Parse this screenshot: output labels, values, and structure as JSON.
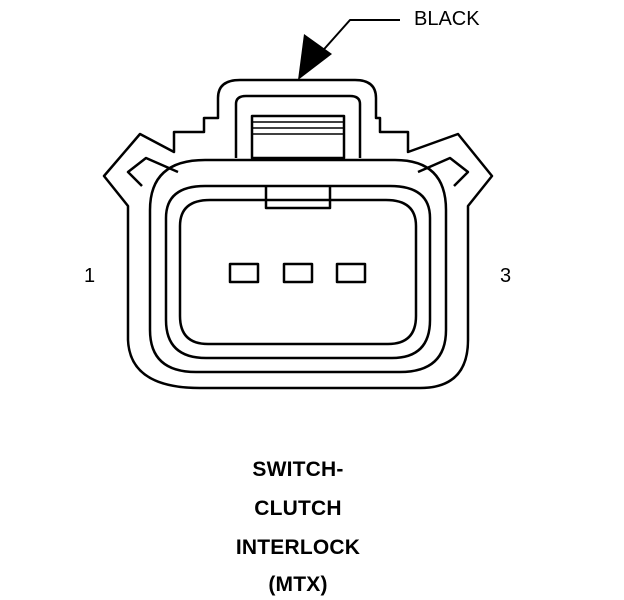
{
  "connector": {
    "color_label": "BLACK",
    "pin_labels": [
      "1",
      "3"
    ],
    "cavity_count": 3,
    "name_lines": [
      "SWITCH-",
      "CLUTCH",
      "INTERLOCK",
      "(MTX)"
    ]
  },
  "colors": {
    "line": "#000000",
    "background": "#ffffff"
  }
}
